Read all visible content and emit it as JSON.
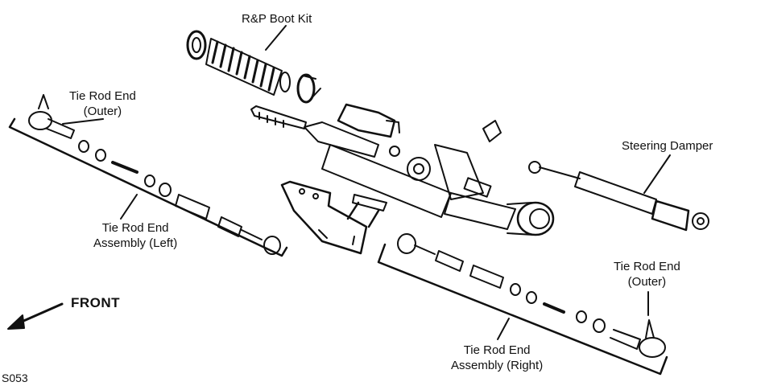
{
  "labels": {
    "boot_kit": "R&P Boot Kit",
    "tie_rod_end_outer_left": {
      "line1": "Tie Rod End",
      "line2": "(Outer)"
    },
    "tie_rod_end_assembly_left": {
      "line1": "Tie Rod End",
      "line2": "Assembly (Left)"
    },
    "steering_damper": "Steering Damper",
    "tie_rod_end_outer_right": {
      "line1": "Tie Rod End",
      "line2": "(Outer)"
    },
    "tie_rod_end_assembly_right": {
      "line1": "Tie Rod End",
      "line2": "Assembly (Right)"
    },
    "front": "FRONT",
    "figure_code": "S053"
  },
  "icons": {
    "front_arrow": "arrow-down-left-icon"
  },
  "colors": {
    "ink": "#111111",
    "background": "#ffffff"
  }
}
